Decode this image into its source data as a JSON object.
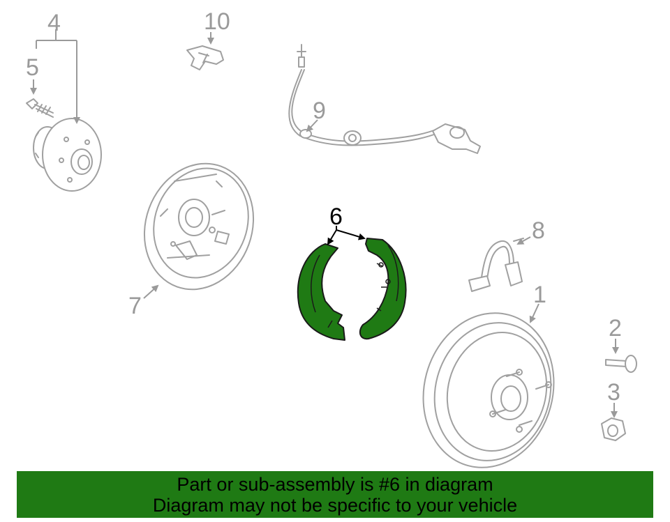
{
  "callouts": {
    "c1": "1",
    "c2": "2",
    "c3": "3",
    "c4": "4",
    "c5": "5",
    "c6": "6",
    "c7": "7",
    "c8": "8",
    "c9": "9",
    "c10": "10"
  },
  "highlighted_part": "6",
  "colors": {
    "highlight": "#1f7a14",
    "banner_bg": "#1f7a14",
    "line_art": "#a0a0a0"
  },
  "banner": {
    "line1": "Part or sub-assembly is #6 in diagram",
    "line2": "Diagram may not be specific to your vehicle"
  }
}
